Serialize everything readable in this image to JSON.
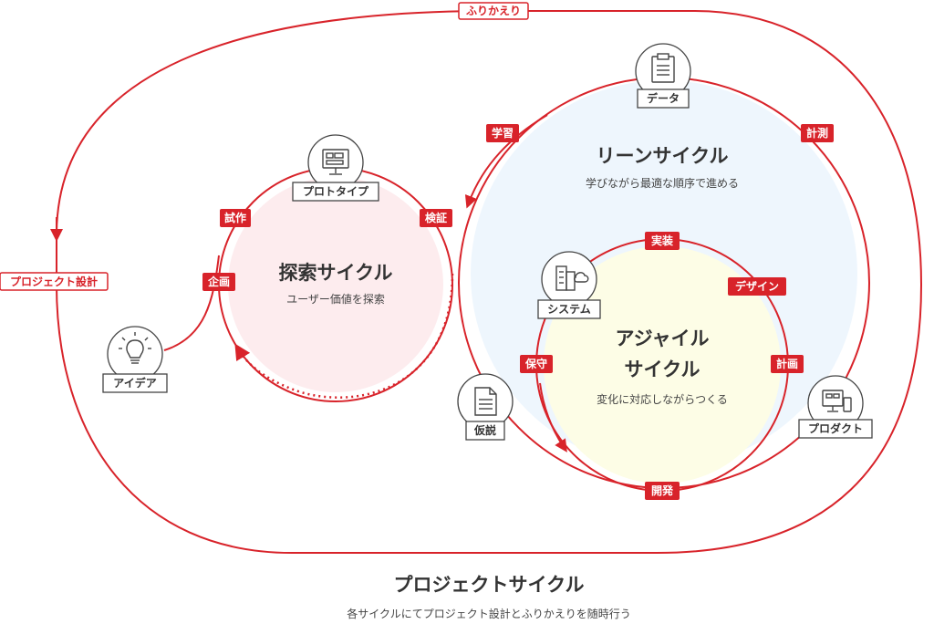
{
  "colors": {
    "accent": "#d8232a",
    "pink_fill": "#fdecee",
    "blue_fill": "#eef6fd",
    "yellow_fill": "#fdfde6",
    "text": "#333333"
  },
  "outer_cycle": {
    "title": "プロジェクトサイクル",
    "subtitle": "各サイクルにてプロジェクト設計とふりかえりを随時行う",
    "tag_top": "ふりかえり",
    "tag_left": "プロジェクト設計"
  },
  "exploration_cycle": {
    "title": "探索サイクル",
    "subtitle": "ユーザー価値を探索",
    "tags": {
      "trial": "試作",
      "planning": "企画",
      "verification": "検証"
    }
  },
  "lean_cycle": {
    "title": "リーンサイクル",
    "subtitle": "学びながら最適な順序で進める",
    "tags": {
      "learning": "学習",
      "measurement": "計測"
    }
  },
  "agile_cycle": {
    "title_line1": "アジャイル",
    "title_line2": "サイクル",
    "subtitle": "変化に対応しながらつくる",
    "tags": {
      "implementation": "実装",
      "design": "デザイン",
      "plan": "計画",
      "development": "開発",
      "maintenance": "保守"
    }
  },
  "nodes": {
    "prototype": {
      "label": "プロトタイプ",
      "icon": "monitor-icon"
    },
    "idea": {
      "label": "アイデア",
      "icon": "lightbulb-icon"
    },
    "data": {
      "label": "データ",
      "icon": "clipboard-icon"
    },
    "system": {
      "label": "システム",
      "icon": "building-cloud-icon"
    },
    "hypothesis": {
      "label": "仮説",
      "icon": "document-icon"
    },
    "product": {
      "label": "プロダクト",
      "icon": "devices-icon"
    }
  }
}
